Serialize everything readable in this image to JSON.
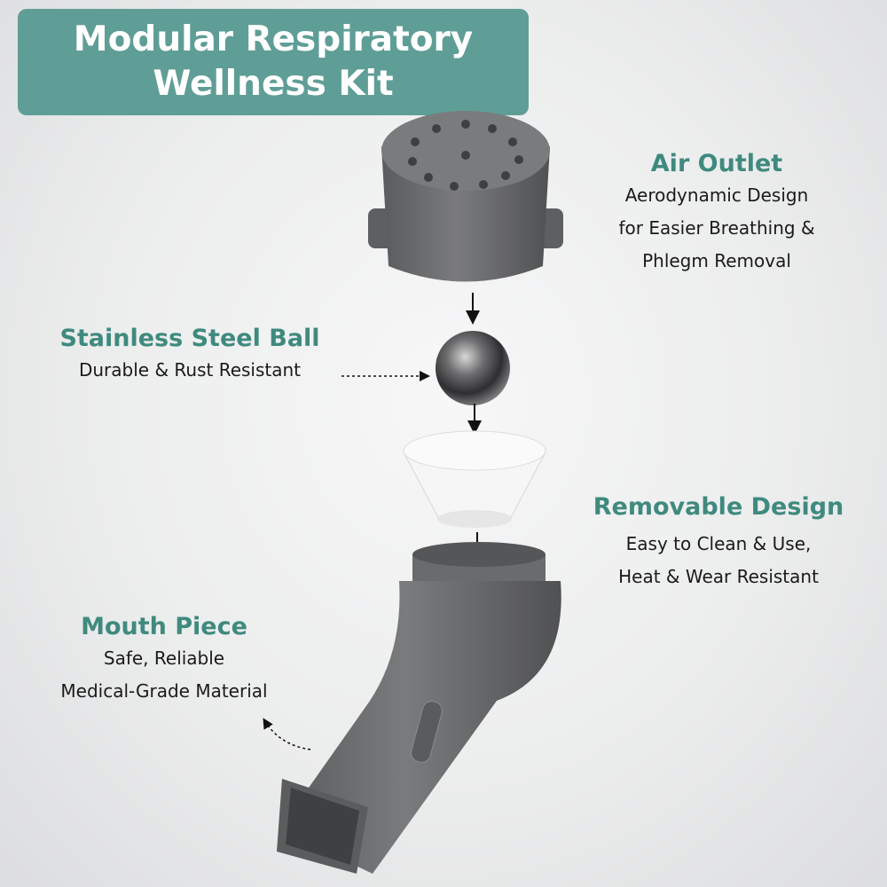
{
  "title": {
    "line1": "Modular Respiratory",
    "line2": "Wellness Kit"
  },
  "callouts": {
    "air_outlet": {
      "heading": "Air Outlet",
      "lines": [
        "Aerodynamic Design",
        "for Easier Breathing &",
        "Phlegm Removal"
      ]
    },
    "steel_ball": {
      "heading": "Stainless Steel Ball",
      "lines": [
        "Durable & Rust Resistant"
      ]
    },
    "removable": {
      "heading": "Removable Design",
      "lines": [
        "Easy to Clean & Use,",
        "Heat & Wear Resistant"
      ]
    },
    "mouth_piece": {
      "heading": "Mouth Piece",
      "lines": [
        "Safe, Reliable",
        "Medical-Grade Material"
      ]
    }
  },
  "colors": {
    "accent": "#5f9e96",
    "heading": "#3f8a7e",
    "part": "#6b6c6e"
  }
}
